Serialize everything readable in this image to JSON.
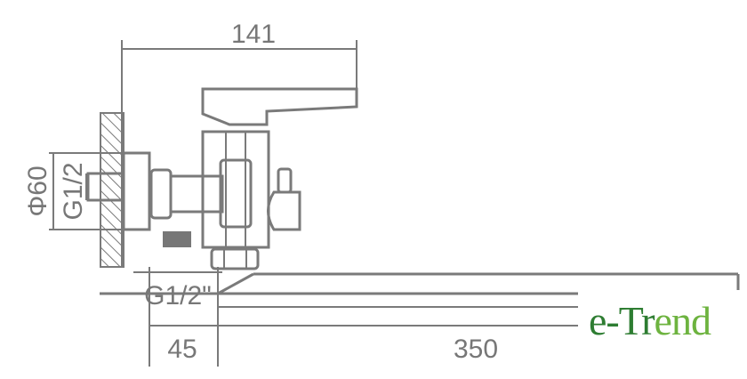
{
  "drawing": {
    "dimensions": {
      "handle_reach": "141",
      "flange_diameter": "Φ60",
      "wall_thread": "G1/2",
      "outlet_thread": "G1/2\"",
      "offset": "45",
      "spout_length": "350"
    },
    "line_color": "#7a7a7a"
  },
  "logo": {
    "text_part1": "e-Tr",
    "text_part2": "end",
    "colors": [
      "#2e7d32",
      "#6db33f"
    ]
  }
}
